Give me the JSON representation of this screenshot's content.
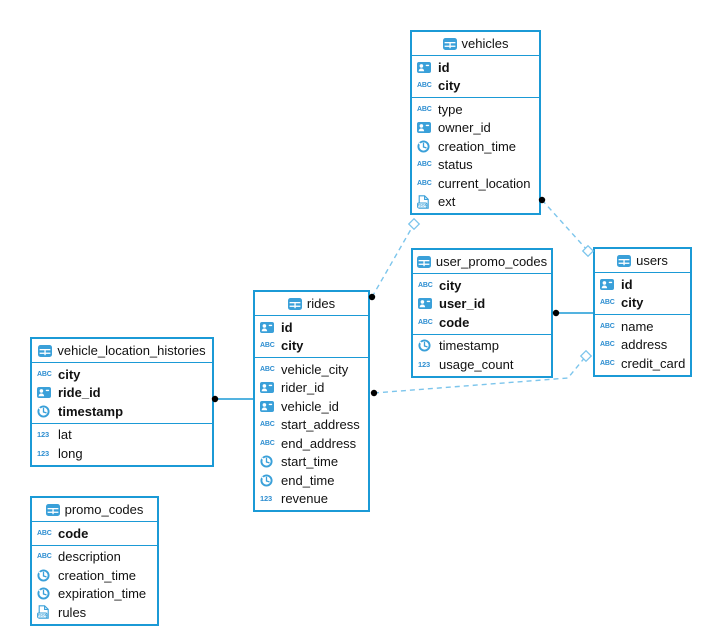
{
  "diagram": {
    "tables": [
      {
        "name": "vehicles",
        "key_columns": [
          {
            "name": "id",
            "icon": "id"
          },
          {
            "name": "city",
            "icon": "abc"
          }
        ],
        "columns": [
          {
            "name": "type",
            "icon": "abc"
          },
          {
            "name": "owner_id",
            "icon": "id"
          },
          {
            "name": "creation_time",
            "icon": "clock"
          },
          {
            "name": "status",
            "icon": "abc"
          },
          {
            "name": "current_location",
            "icon": "abc"
          },
          {
            "name": "ext",
            "icon": "json"
          }
        ]
      },
      {
        "name": "user_promo_codes",
        "key_columns": [
          {
            "name": "city",
            "icon": "abc"
          },
          {
            "name": "user_id",
            "icon": "id"
          },
          {
            "name": "code",
            "icon": "abc"
          }
        ],
        "columns": [
          {
            "name": "timestamp",
            "icon": "clock"
          },
          {
            "name": "usage_count",
            "icon": "num"
          }
        ]
      },
      {
        "name": "users",
        "key_columns": [
          {
            "name": "id",
            "icon": "id"
          },
          {
            "name": "city",
            "icon": "abc"
          }
        ],
        "columns": [
          {
            "name": "name",
            "icon": "abc"
          },
          {
            "name": "address",
            "icon": "abc"
          },
          {
            "name": "credit_card",
            "icon": "abc"
          }
        ]
      },
      {
        "name": "rides",
        "key_columns": [
          {
            "name": "id",
            "icon": "id"
          },
          {
            "name": "city",
            "icon": "abc"
          }
        ],
        "columns": [
          {
            "name": "vehicle_city",
            "icon": "abc"
          },
          {
            "name": "rider_id",
            "icon": "id"
          },
          {
            "name": "vehicle_id",
            "icon": "id"
          },
          {
            "name": "start_address",
            "icon": "abc"
          },
          {
            "name": "end_address",
            "icon": "abc"
          },
          {
            "name": "start_time",
            "icon": "clock"
          },
          {
            "name": "end_time",
            "icon": "clock"
          },
          {
            "name": "revenue",
            "icon": "num"
          }
        ]
      },
      {
        "name": "vehicle_location_histories",
        "key_columns": [
          {
            "name": "city",
            "icon": "abc"
          },
          {
            "name": "ride_id",
            "icon": "id"
          },
          {
            "name": "timestamp",
            "icon": "clock"
          }
        ],
        "columns": [
          {
            "name": "lat",
            "icon": "num"
          },
          {
            "name": "long",
            "icon": "num"
          }
        ]
      },
      {
        "name": "promo_codes",
        "key_columns": [
          {
            "name": "code",
            "icon": "abc"
          }
        ],
        "columns": [
          {
            "name": "description",
            "icon": "abc"
          },
          {
            "name": "creation_time",
            "icon": "clock"
          },
          {
            "name": "expiration_time",
            "icon": "clock"
          },
          {
            "name": "rules",
            "icon": "json"
          }
        ]
      }
    ],
    "relations": [
      {
        "from": "rides",
        "to": "vehicles",
        "style": "dashed"
      },
      {
        "from": "vehicles",
        "to": "users",
        "style": "dashed"
      },
      {
        "from": "rides",
        "to": "users",
        "style": "dashed"
      },
      {
        "from": "user_promo_codes",
        "to": "users",
        "style": "solid"
      },
      {
        "from": "vehicle_location_histories",
        "to": "rides",
        "style": "solid"
      }
    ],
    "colors": {
      "table_border": "#1b9ad6",
      "icon_blue": "#3aa0d9",
      "type_text_blue": "#2f8fd1",
      "dashed_line": "#7cc5ec",
      "solid_line": "#1b9ad6",
      "dot": "#000000",
      "text": "#111111",
      "background": "#ffffff"
    }
  }
}
